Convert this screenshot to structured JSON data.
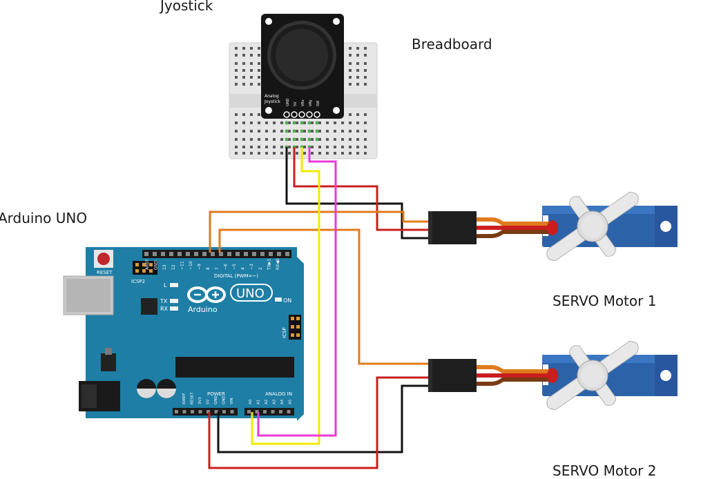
{
  "labels": {
    "joystick": "Jyostick",
    "breadboard": "Breadboard",
    "arduino": "Arduino UNO",
    "servo1": "SERVO Motor 1",
    "servo2": "SERVO Motor 2"
  },
  "joystick_board": {
    "caption_line1": "Analog",
    "caption_line2": "Joystick",
    "pins": [
      "GND",
      "5V",
      "VRx",
      "VRy",
      "SW"
    ]
  },
  "arduino_board": {
    "reset_label": "RESET",
    "icsp2_label": "ICSP2",
    "icsp_label": "ICSP",
    "digital_label": "DIGITAL (PWM=~)",
    "brand": "Arduino",
    "model": "UNO",
    "on_label": "ON",
    "led_l": "L",
    "led_tx": "TX",
    "led_rx": "RX",
    "power_label": "POWER",
    "analog_label": "ANALOG IN",
    "digital_pins": [
      "AREF",
      "GND",
      "13",
      "12",
      "~11",
      "~10",
      "~9",
      "8",
      "7",
      "~6",
      "~5",
      "4",
      "~3",
      "2",
      "TX▶1",
      "RX◀0"
    ],
    "power_pins": [
      "IOREF",
      "RESET",
      "3V3",
      "5V",
      "GND",
      "GND",
      "VIN"
    ],
    "analog_pins": [
      "A0",
      "A1",
      "A2",
      "A3",
      "A4",
      "A5"
    ]
  },
  "colors": {
    "board": "#1e7ea5",
    "wire_black": "#111111",
    "wire_red": "#c81e1e",
    "wire_yellow": "#f2ea00",
    "wire_magenta": "#e83ad6",
    "wire_orange": "#e07a1c",
    "servo_blue": "#2c62a8"
  }
}
